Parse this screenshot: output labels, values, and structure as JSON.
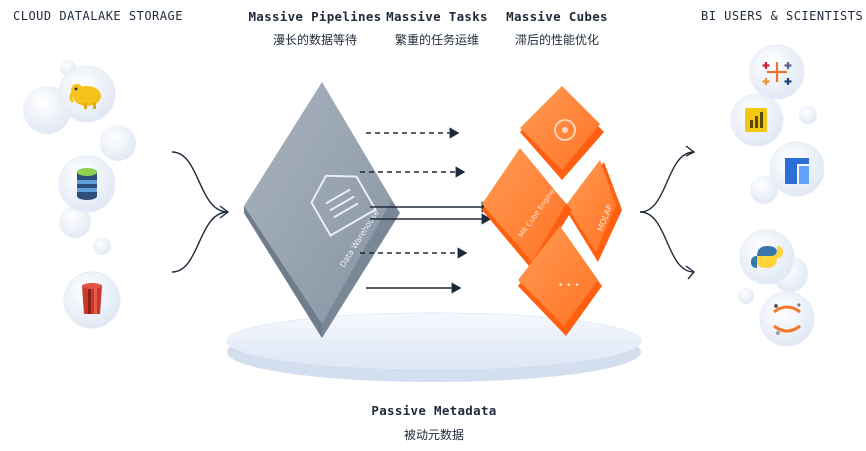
{
  "header": {
    "left_title": "CLOUD DATALAKE STORAGE",
    "right_title": "BI USERS & SCIENTISTS",
    "pipelines": {
      "title": "Massive Pipelines",
      "subtitle": "漫长的数据等待"
    },
    "tasks": {
      "title": "Massive Tasks",
      "subtitle": "繁重的任务运维"
    },
    "cubes": {
      "title": "Massive Cubes",
      "subtitle": "滞后的性能优化"
    }
  },
  "footer": {
    "title": "Passive Metadata",
    "subtitle": "被动元数据"
  },
  "warehouse": {
    "label": "Data Warehouse"
  },
  "cubes": {
    "left_label": "MR Cube Engine",
    "right_label": "MOLAP"
  },
  "sources": [
    {
      "name": "hadoop-icon"
    },
    {
      "name": "database-icon"
    },
    {
      "name": "aws-s3-icon"
    }
  ],
  "consumers": [
    {
      "name": "tableau-icon"
    },
    {
      "name": "powerbi-icon"
    },
    {
      "name": "fine-bi-icon"
    },
    {
      "name": "python-icon"
    },
    {
      "name": "jupyter-icon"
    }
  ],
  "colors": {
    "orange": "#ff6a1a",
    "orange_light": "#ff8a3d",
    "slate": "#8e9aa8",
    "slate_dark": "#6f7c8b",
    "navy": "#1e2a3a",
    "bubble": "#e3eaf6"
  }
}
